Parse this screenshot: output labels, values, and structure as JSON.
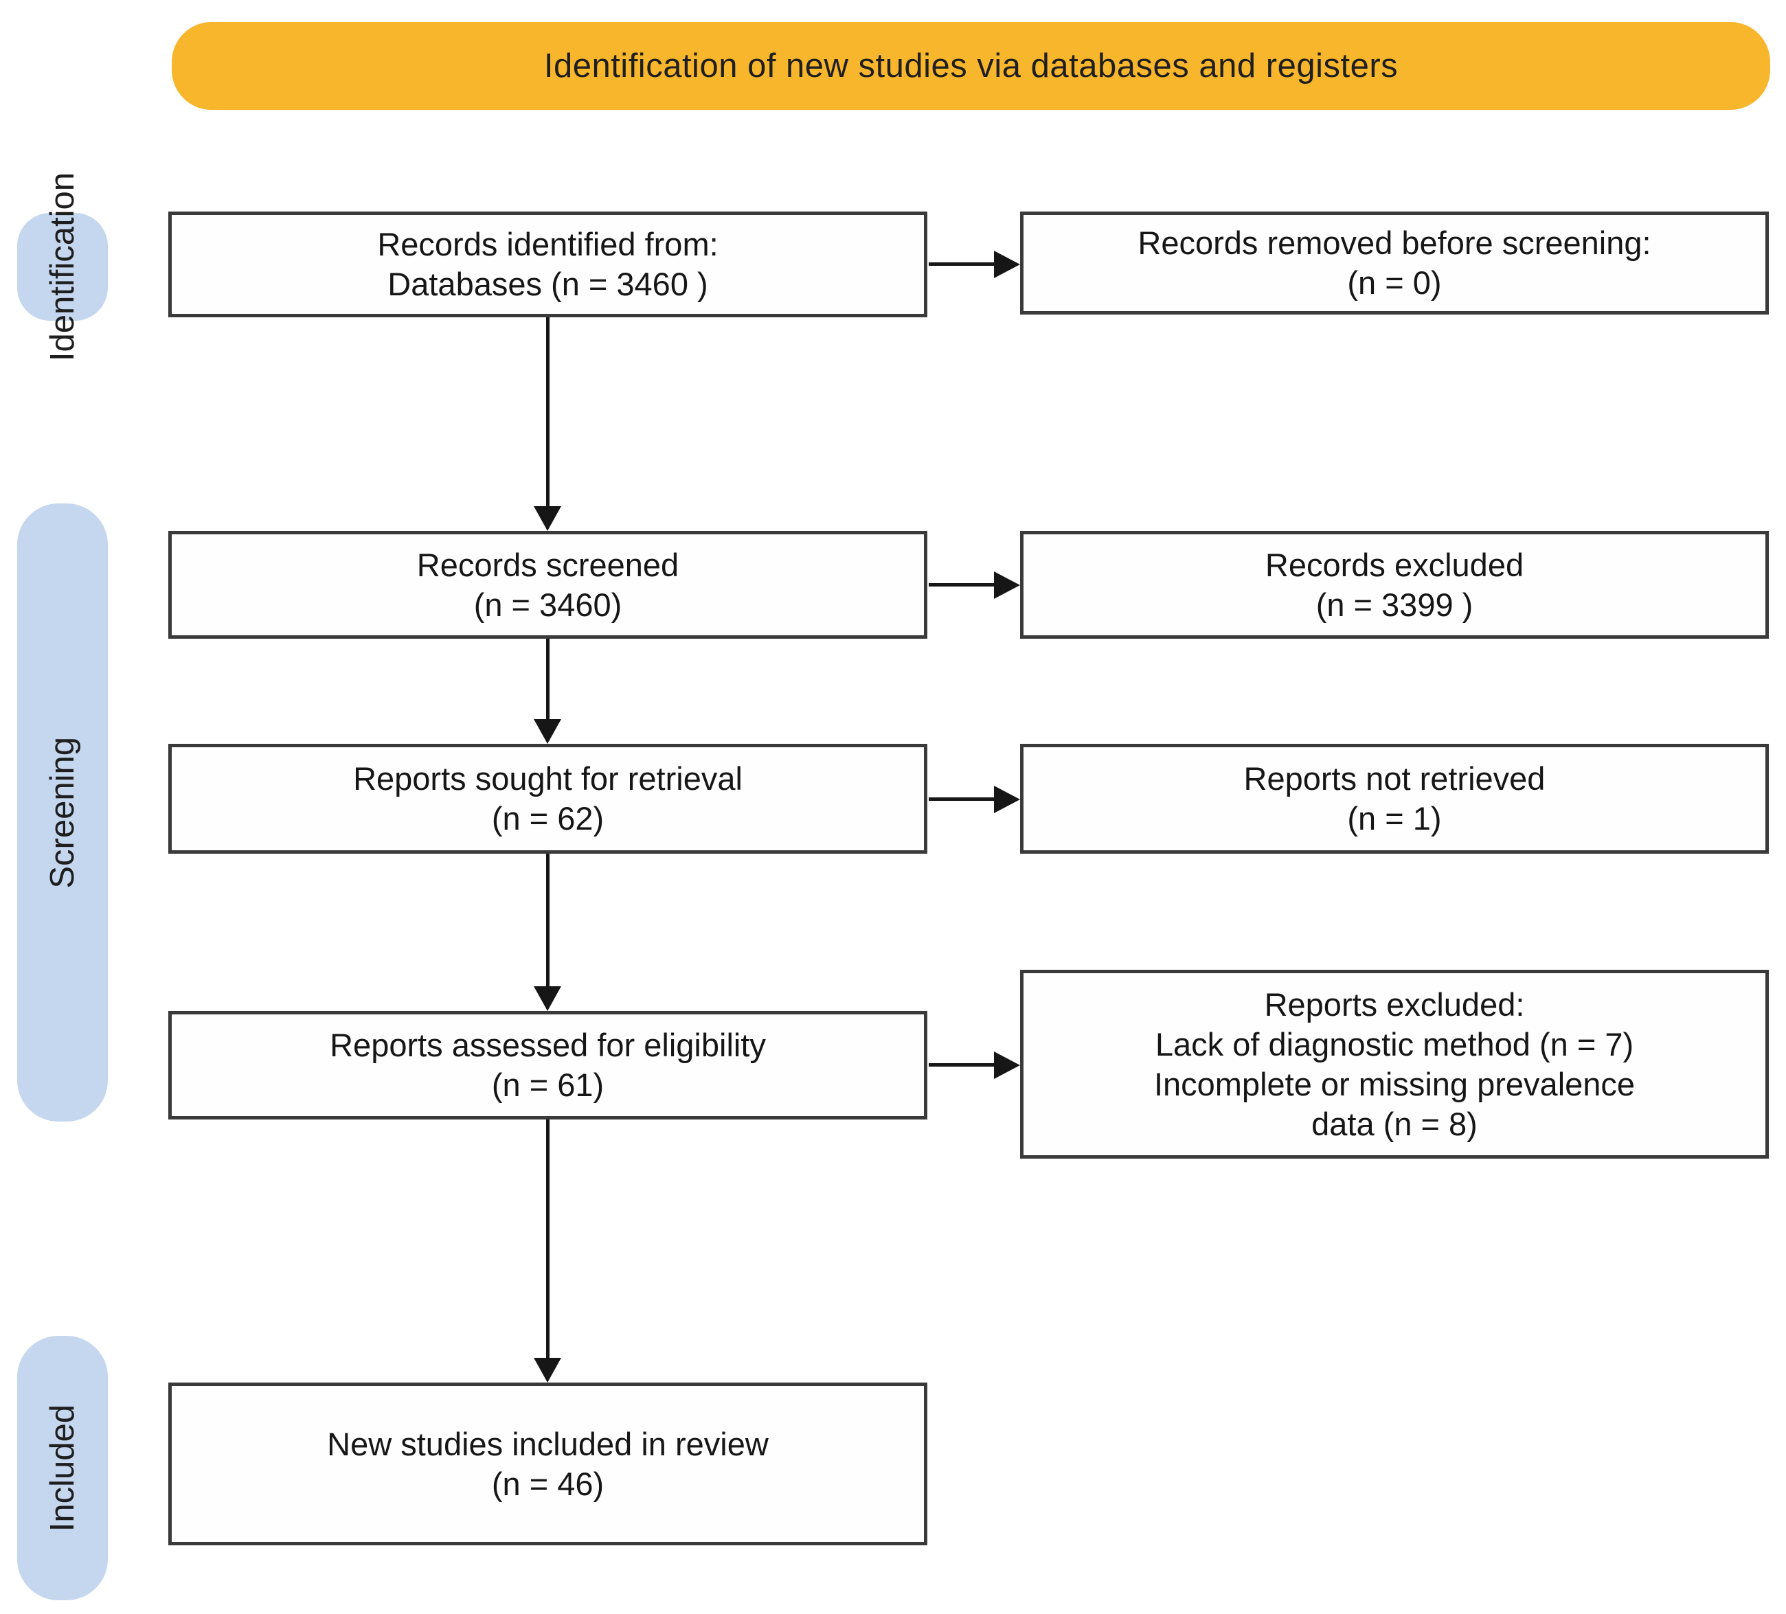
{
  "banner": {
    "label": "Identification of new studies via databases and registers"
  },
  "stages": [
    {
      "id": "identification",
      "label": "Identification"
    },
    {
      "id": "screening",
      "label": "Screening"
    },
    {
      "id": "included",
      "label": "Included"
    }
  ],
  "flow": {
    "left": [
      {
        "name": "records-identified",
        "text": "Records identified from:\nDatabases (n = 3460 )"
      },
      {
        "name": "records-screened",
        "text": "Records screened\n(n = 3460)"
      },
      {
        "name": "reports-sought",
        "text": "Reports sought for retrieval\n(n = 62)"
      },
      {
        "name": "reports-assessed",
        "text": "Reports assessed for eligibility\n(n = 61)"
      },
      {
        "name": "new-studies-included",
        "text": "New studies included in review\n(n = 46)"
      }
    ],
    "right": [
      {
        "name": "records-removed",
        "text": "Records removed before screening:\n(n = 0)"
      },
      {
        "name": "records-excluded",
        "text": "Records excluded\n(n = 3399 )"
      },
      {
        "name": "reports-not-retrieved",
        "text": "Reports not retrieved\n(n = 1)"
      },
      {
        "name": "reports-excluded",
        "text": "Reports excluded:\nLack of diagnostic method (n = 7)\nIncomplete or missing prevalence\ndata (n = 8)"
      }
    ]
  },
  "colors": {
    "banner_bg": "#F8B62C",
    "stage_bg": "#C5D6EF",
    "border": "#3A3A3A",
    "arrow": "#161616",
    "text": "#161616",
    "background": "#FFFFFF"
  }
}
